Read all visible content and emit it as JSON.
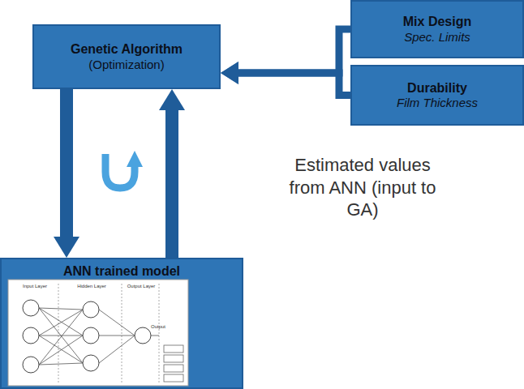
{
  "diagram": {
    "nodes": [
      {
        "text": [
          "Genetic Algorithm",
          "(Optimization)"
        ]
      },
      {
        "text": [
          "Mix Design",
          "Spec. Limits"
        ]
      },
      {
        "text": [
          "Durability",
          "Film Thickness"
        ]
      },
      {
        "text": [
          "ANN trained model"
        ]
      }
    ],
    "edges": [
      {
        "from": 1,
        "to": 0,
        "arrow": "to"
      },
      {
        "from": 2,
        "to": 0,
        "arrow": "to"
      },
      {
        "from": 0,
        "to": 3,
        "arrow": "to"
      },
      {
        "from": 3,
        "to": 0,
        "arrow": "to"
      }
    ],
    "labels": [
      "Estimated values from ANN (input to GA)",
      "Input Layer",
      "Hidden Layer",
      "Output Layer",
      "Output"
    ]
  }
}
